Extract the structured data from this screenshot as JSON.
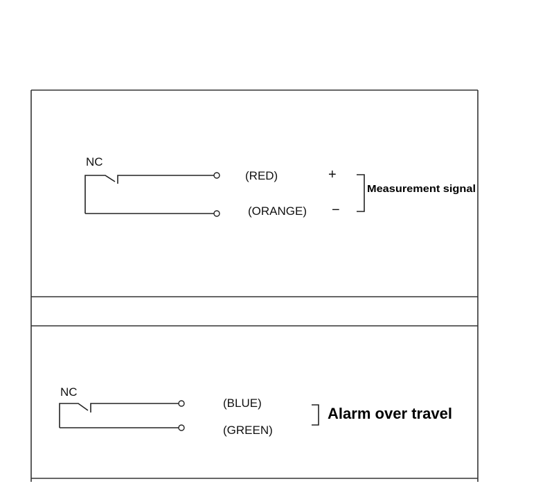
{
  "top_circuit": {
    "contact_label": "NC",
    "wire1_color": "(RED)",
    "wire2_color": "(ORANGE)",
    "wire1_polarity": "+",
    "wire2_polarity": "−",
    "signal_label": "Measurement signal"
  },
  "bottom_circuit": {
    "contact_label": "NC",
    "wire1_color": "(BLUE)",
    "wire2_color": "(GREEN)",
    "signal_label": "Alarm over travel"
  },
  "colors": {
    "line": "#222222",
    "background": "#ffffff"
  }
}
